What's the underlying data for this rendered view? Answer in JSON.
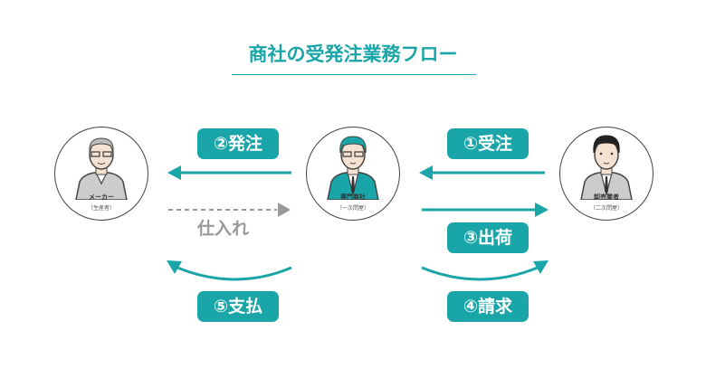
{
  "title": "商社の受発注業務フロー",
  "accent": "#1aa6a8",
  "actors": [
    {
      "name": "メーカー",
      "sub": "（生産者）"
    },
    {
      "name": "専門商社",
      "sub": "（一次問屋）"
    },
    {
      "name": "卸売業者",
      "sub": "（二次問屋）"
    }
  ],
  "flows": {
    "order_received": "①受注",
    "order_placed": "②発注",
    "shipping": "③出荷",
    "billing": "④請求",
    "payment": "⑤支払",
    "purchase": "仕入れ"
  }
}
